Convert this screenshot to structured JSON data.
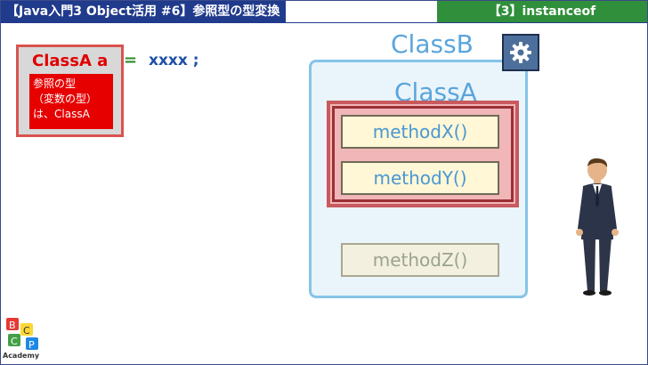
{
  "header": {
    "title": "【Java入門3 Object活用 #6】参照型の型変換",
    "section": "【3】instanceof"
  },
  "declaration": {
    "type_var": "ClassA  a",
    "equals": "=",
    "value": "xxxx ;",
    "note_lines": [
      "参照の型",
      "（変数の型）",
      "は、ClassA"
    ]
  },
  "diagram": {
    "outer_class": "ClassB",
    "inner_class": "ClassA",
    "methods": [
      "methodX()",
      "methodY()",
      "methodZ()"
    ]
  },
  "logo": {
    "letters": [
      "B",
      "C",
      "C",
      "P"
    ],
    "text": "Academy"
  },
  "colors": {
    "title_bar": "#203a8c",
    "section_bar": "#2f8f3a",
    "class_label": "#5aa5dc",
    "declaration_red": "#e60000"
  },
  "icons": [
    "gear-icon"
  ]
}
